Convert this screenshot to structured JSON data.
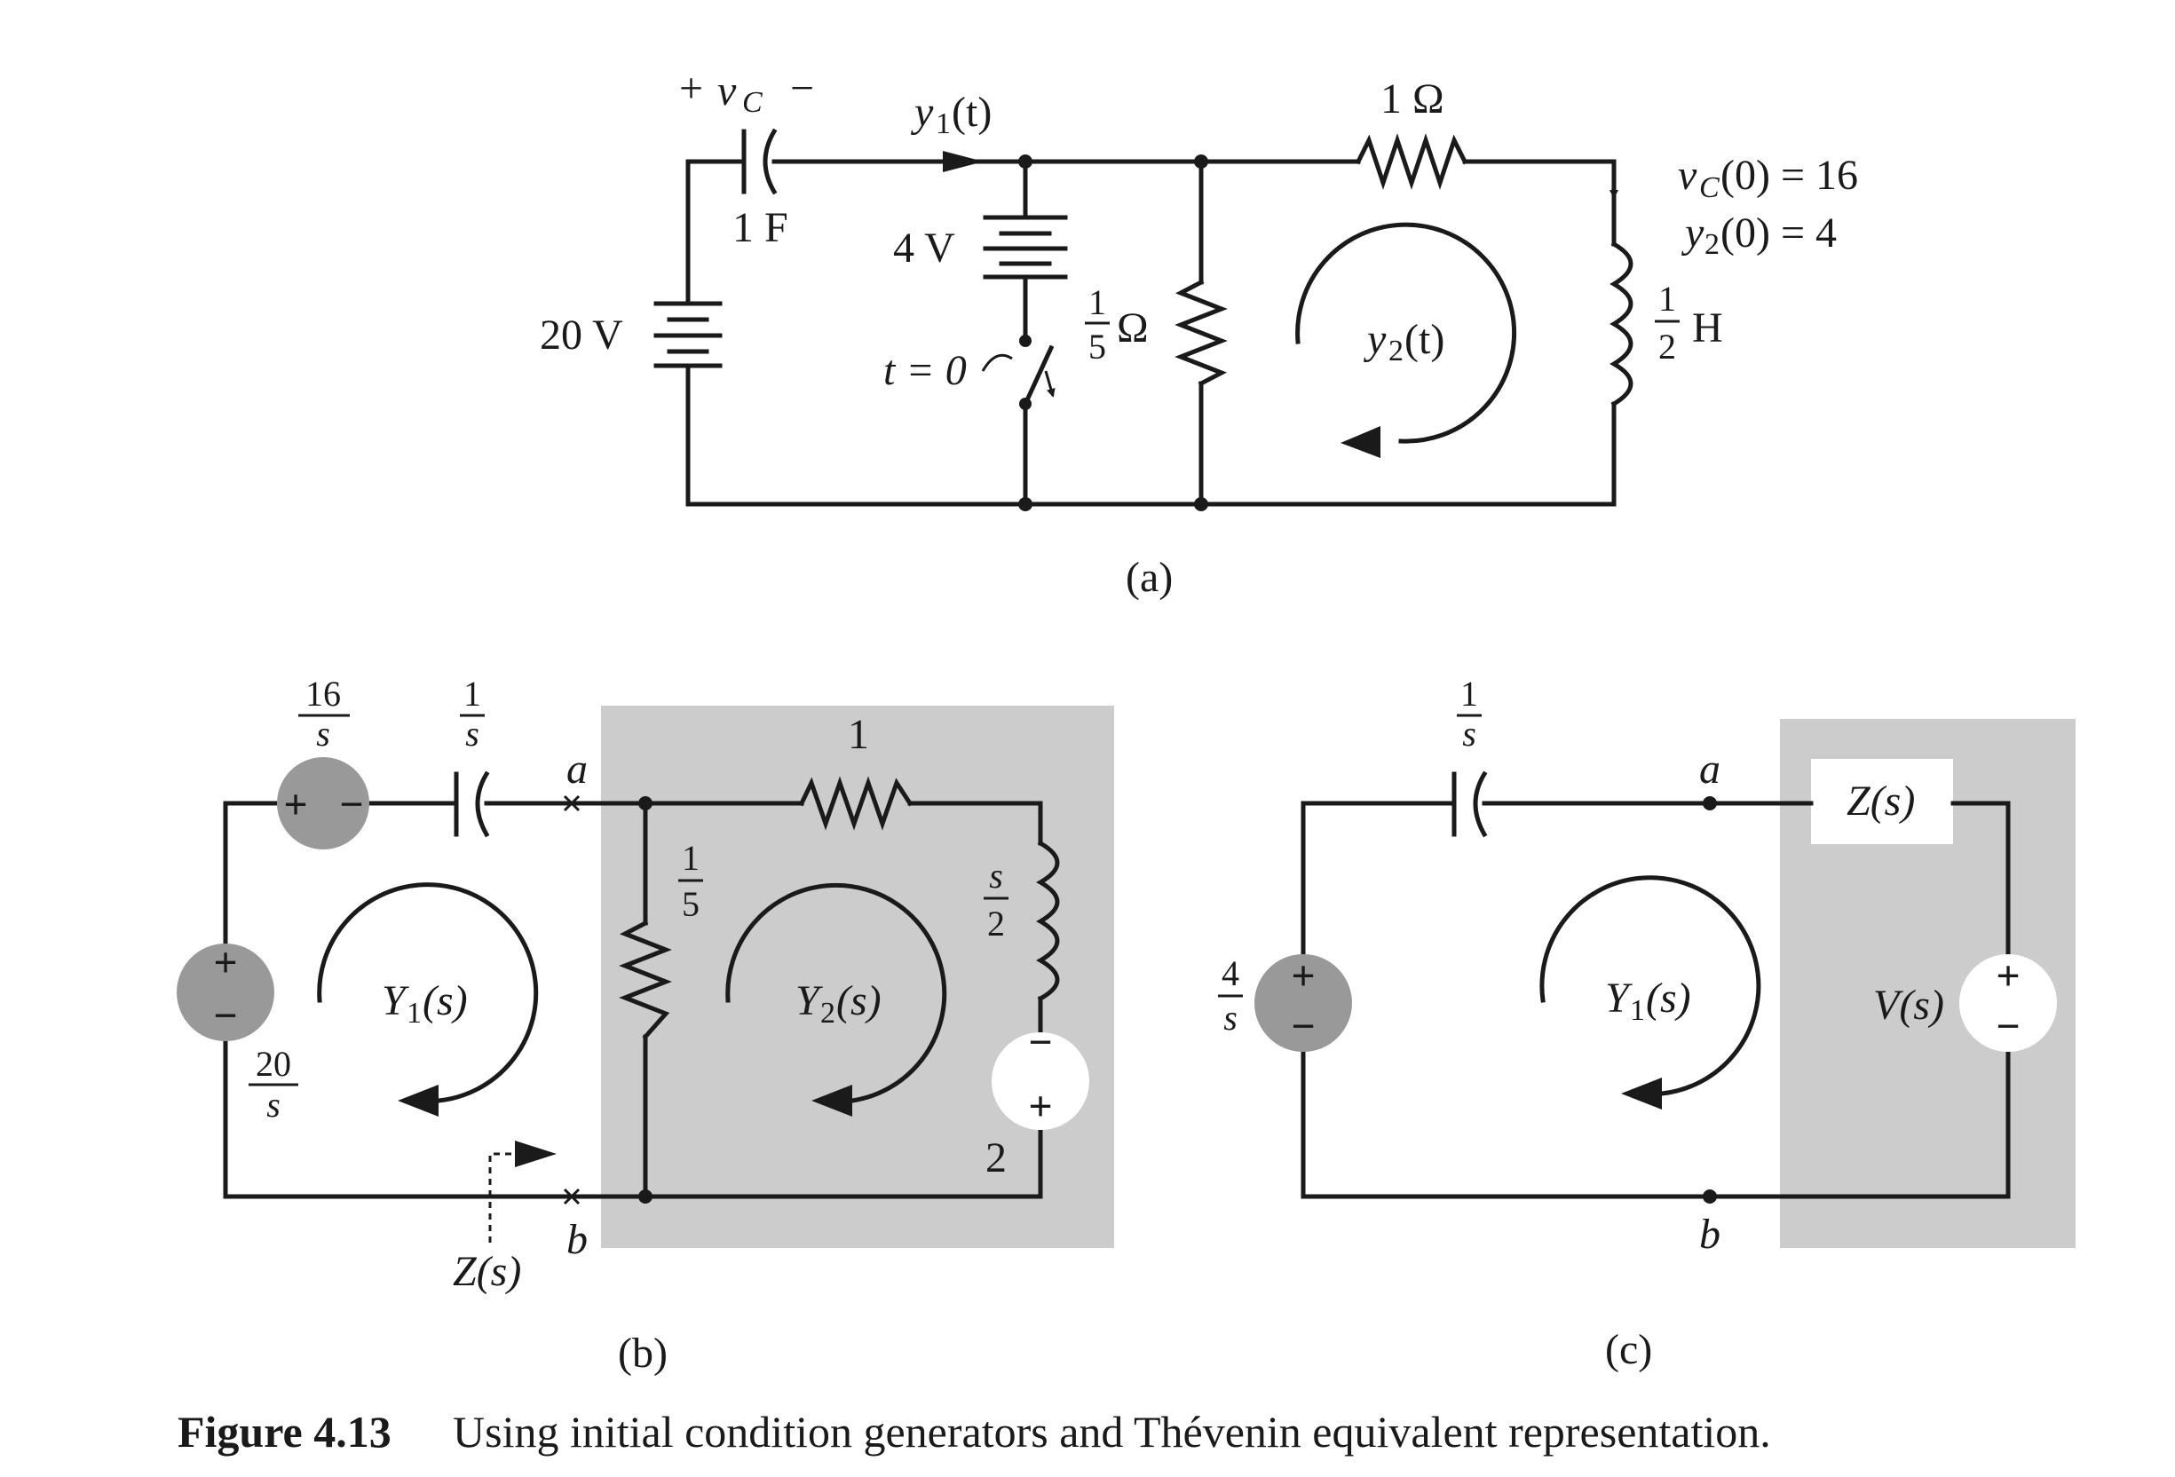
{
  "figure": {
    "number": "Figure 4.13",
    "caption": "Using initial condition generators and Thévenin equivalent representation."
  },
  "panel_a": {
    "label": "(a)",
    "vc_plus": "+",
    "vc": "v",
    "vc_sub": "C",
    "vc_minus": "−",
    "cap": "1 F",
    "y1": "y",
    "y1_sub": "1",
    "y1_arg": "(t)",
    "batt20": "20 V",
    "batt4": "4 V",
    "switch": "t = 0",
    "r5_num": "1",
    "r5_den": "5",
    "r5_unit": "Ω",
    "r1": "1 Ω",
    "y2": "y",
    "y2_sub": "2",
    "y2_arg": "(t)",
    "ind_num": "1",
    "ind_den": "2",
    "ind_unit": "H",
    "ic1": "v",
    "ic1_sub": "C",
    "ic1_rest": "(0) = 16",
    "ic2": "y",
    "ic2_sub": "2",
    "ic2_rest": "(0) = 4"
  },
  "panel_b": {
    "label": "(b)",
    "src16_num": "16",
    "src16_den": "s",
    "cap_num": "1",
    "cap_den": "s",
    "node_a": "a",
    "node_b": "b",
    "r1": "1",
    "r5_num": "1",
    "r5_den": "5",
    "ind_num": "s",
    "ind_den": "2",
    "src2": "2",
    "src20_num": "20",
    "src20_den": "s",
    "Y1": "Y",
    "Y1_sub": "1",
    "Y1_arg": "(s)",
    "Y2": "Y",
    "Y2_sub": "2",
    "Y2_arg": "(s)",
    "Zs": "Z(s)",
    "plus": "+",
    "minus": "−"
  },
  "panel_c": {
    "label": "(c)",
    "cap_num": "1",
    "cap_den": "s",
    "node_a": "a",
    "node_b": "b",
    "src4_num": "4",
    "src4_den": "s",
    "Y1": "Y",
    "Y1_sub": "1",
    "Y1_arg": "(s)",
    "Zs": "Z(s)",
    "Vs": "V(s)",
    "plus": "+",
    "minus": "−"
  },
  "colors": {
    "ink": "#1a1a1a",
    "shade": "#cccccc",
    "source_fill": "#999999"
  }
}
